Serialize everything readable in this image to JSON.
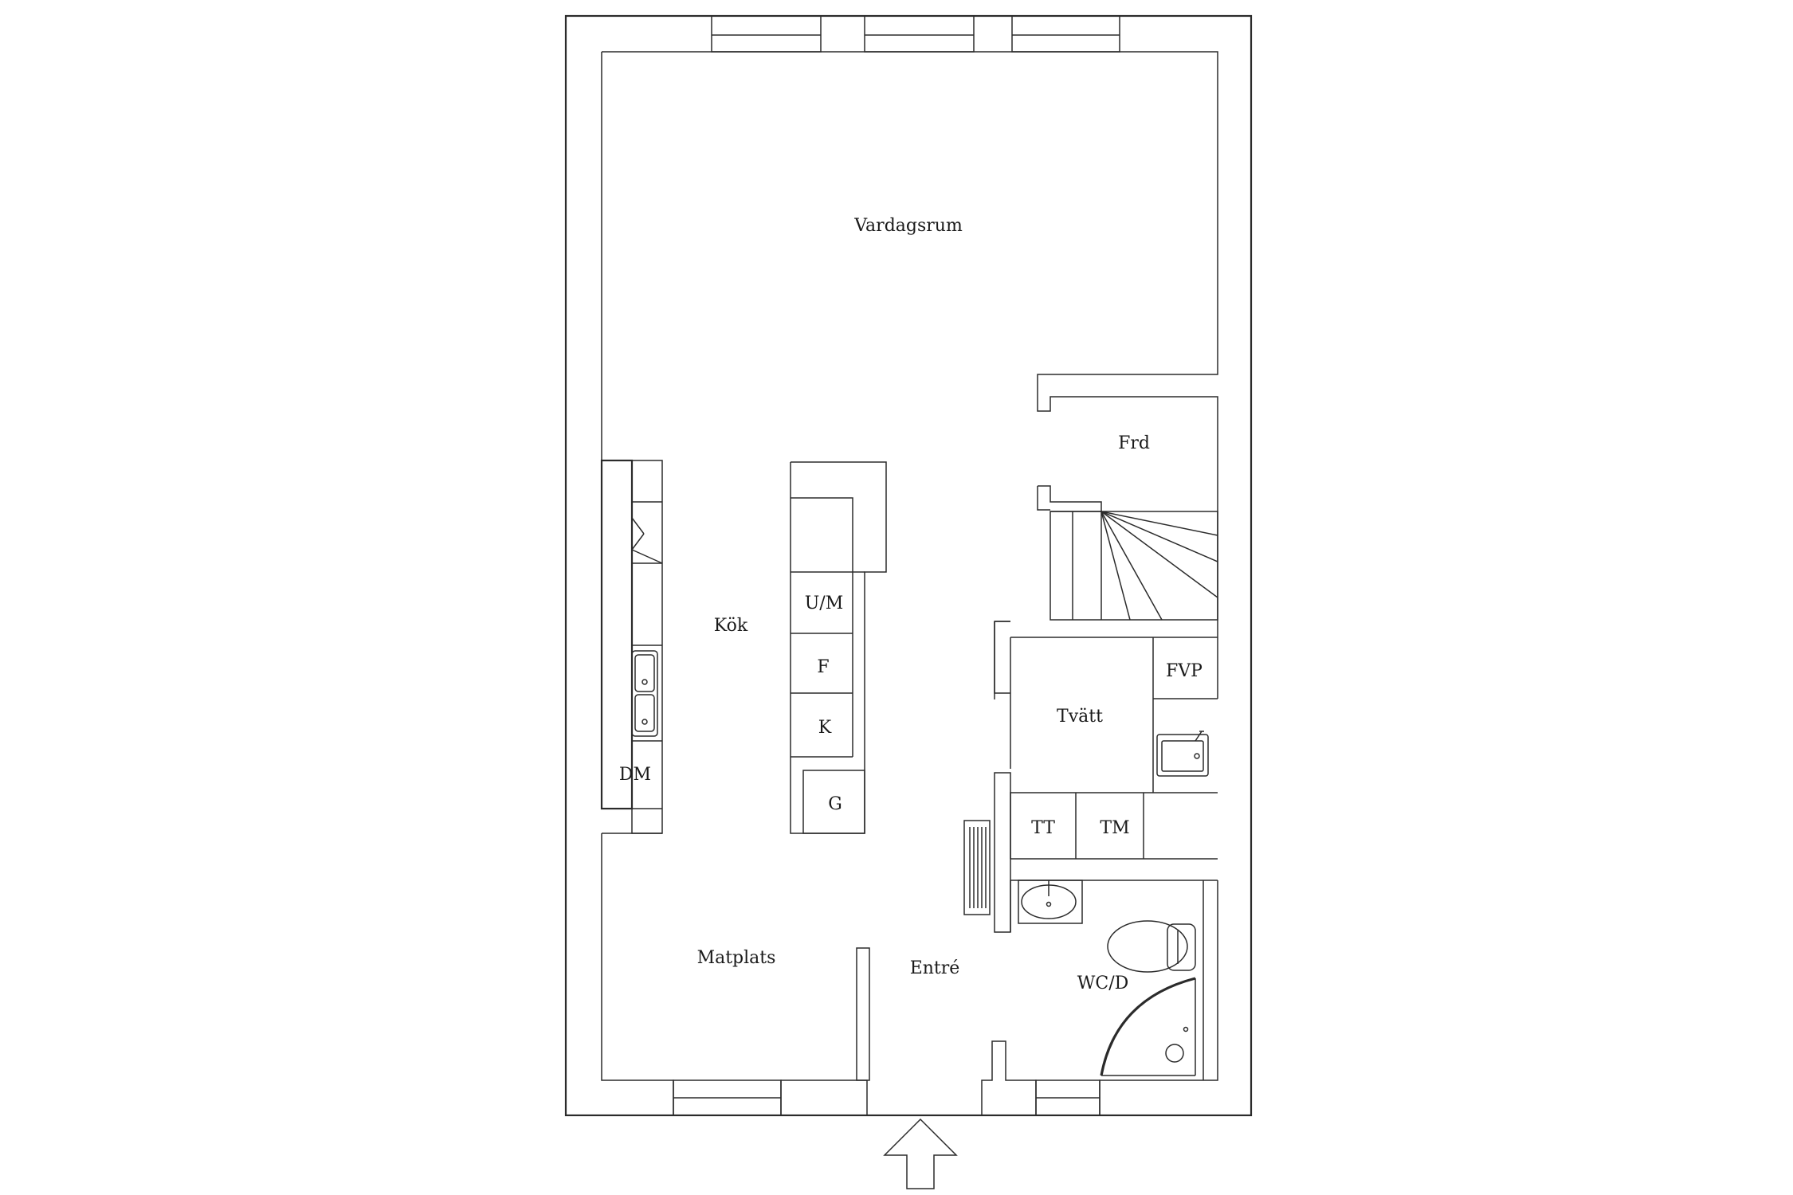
{
  "floor_plan": {
    "rooms": {
      "living_room": "Vardagsrum",
      "storage": "Frd",
      "kitchen": "Kök",
      "laundry": "Tvätt",
      "dining": "Matplats",
      "entrance": "Entré",
      "bathroom": "WC/D"
    },
    "appliances": {
      "microwave_oven": "U/M",
      "fridge": "F",
      "cooler": "K",
      "freezer": "G",
      "dishwasher": "DM",
      "heat_pump": "FVP",
      "tumble_dryer": "TT",
      "washing_machine": "TM"
    },
    "entry_marker": "entry-arrow-icon"
  }
}
